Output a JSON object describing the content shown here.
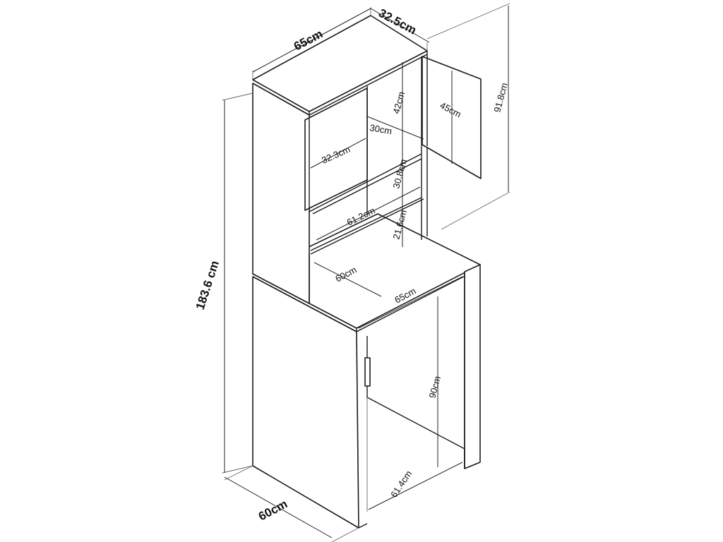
{
  "figure": {
    "kind": "furniture dimension drawing",
    "subject": "desk with hutch cabinet"
  },
  "dimensions": {
    "top_width": "65cm",
    "top_depth": "32.5cm",
    "total_height": "183.6 cm",
    "hutch_height": "91.8cm",
    "base_depth": "60cm",
    "hutch_compartment_height": "42cm",
    "door_height": "45cm",
    "shelf_depth": "30cm",
    "door_width": "32.3cm",
    "shelf_gap": "30.8cm",
    "inner_width": "61.2cm",
    "lower_opening_height": "21.6cm",
    "desk_depth": "60cm",
    "desk_width": "65cm",
    "desk_height": "90cm",
    "leg_inner_width": "61.4cm"
  }
}
